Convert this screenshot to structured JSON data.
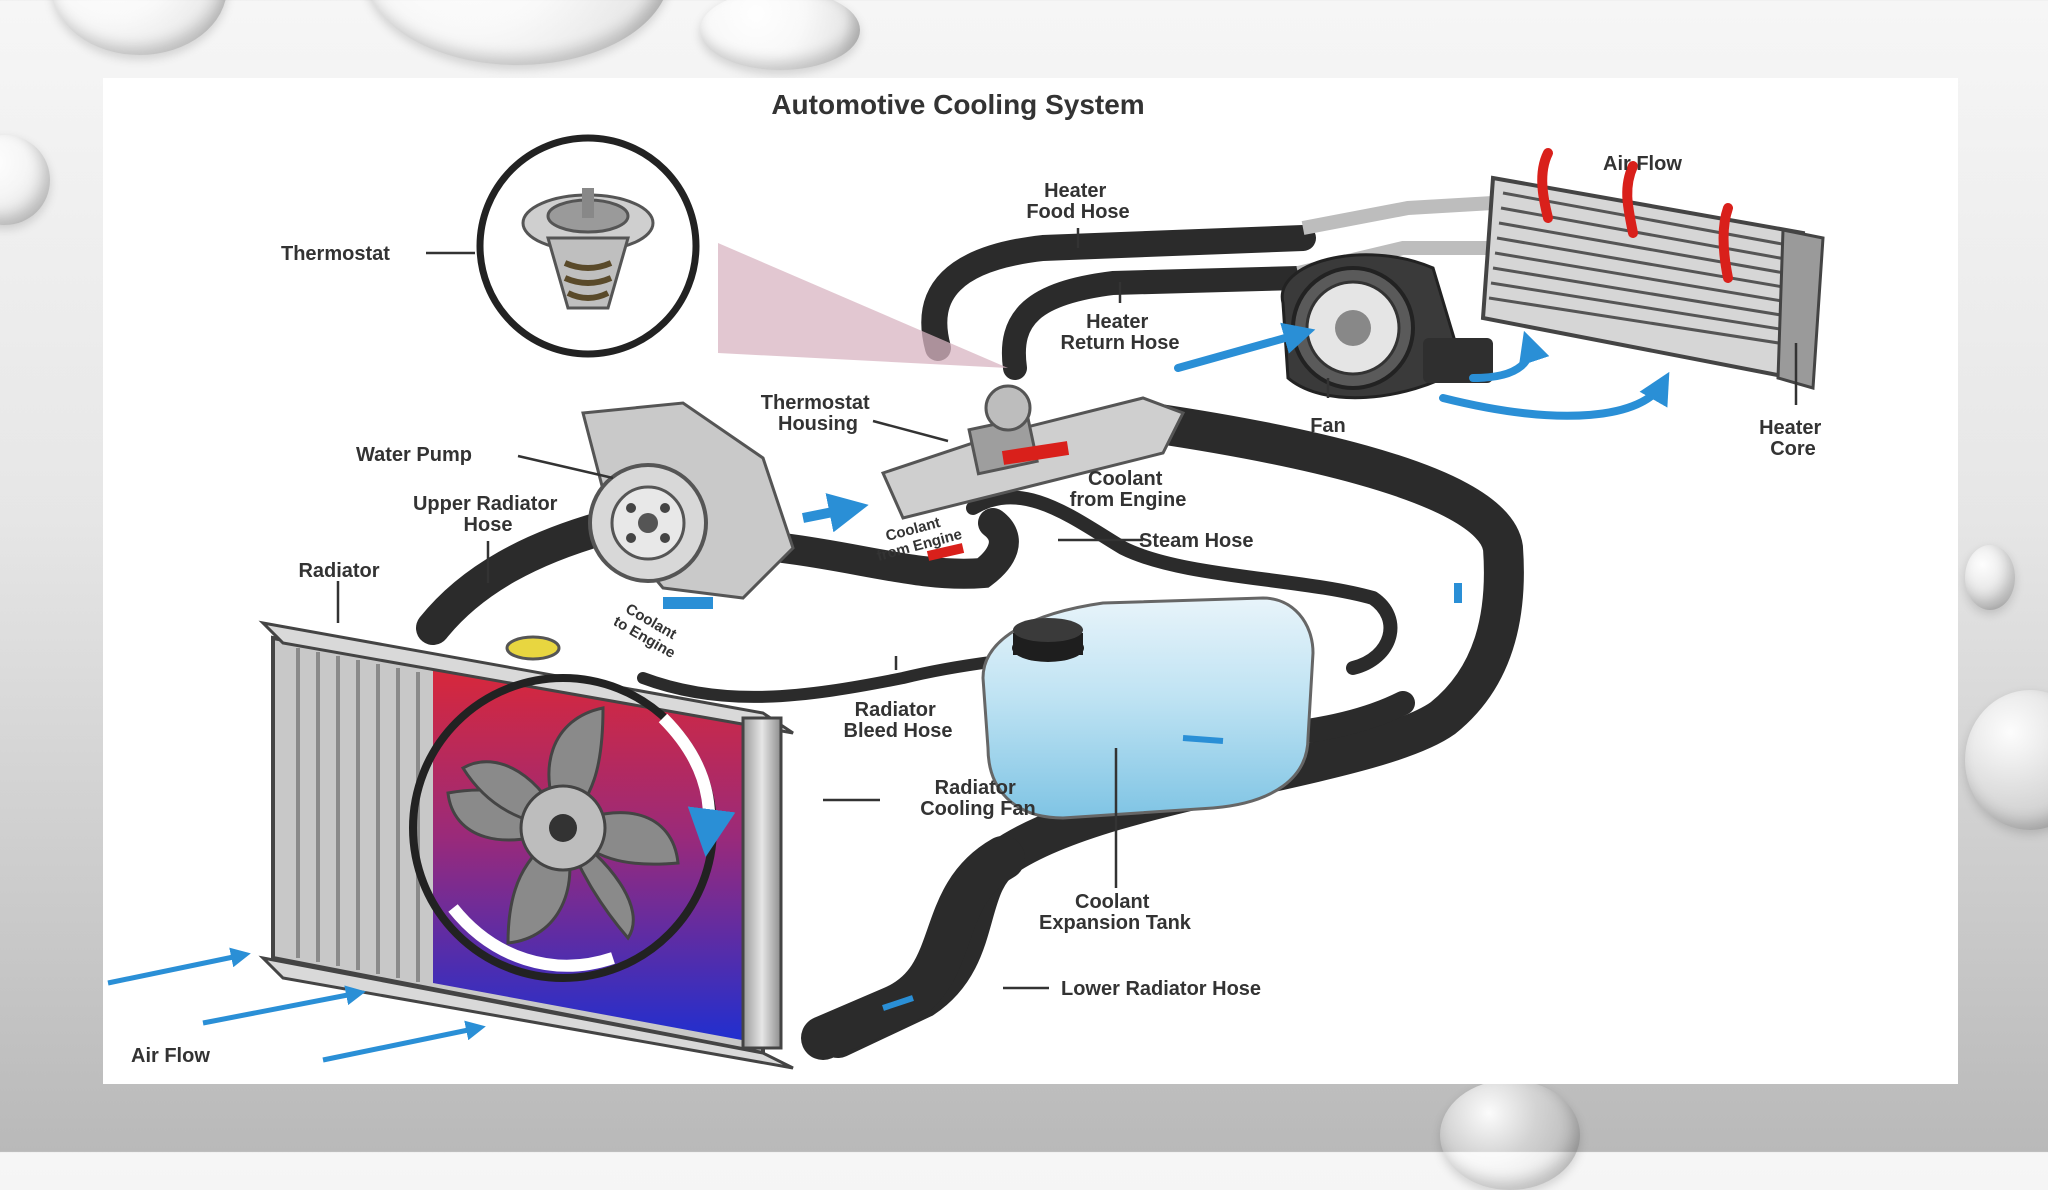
{
  "title": "Automotive Cooling System",
  "labels": {
    "thermostat": "Thermostat",
    "heater_feed_hose": [
      "Heater",
      "Food Hose"
    ],
    "heater_return_hose": [
      "Heater",
      "Return Hose"
    ],
    "air_flow_top": "Air Flow",
    "fan": "Fan",
    "heater_core": [
      "Heater",
      "Core"
    ],
    "thermostat_housing": [
      "Thermostat",
      "Housing"
    ],
    "water_pump": "Water Pump",
    "coolant_from_engine": [
      "Coolant",
      "from Engine"
    ],
    "coolant_from_engine_small": [
      "Coolant",
      "from Engine"
    ],
    "upper_radiator_hose": [
      "Upper Radiator",
      "Hose"
    ],
    "steam_hose": "Steam Hose",
    "radiator": "Radiator",
    "coolant_to_engine": [
      "Coolant",
      "to Engine"
    ],
    "radiator_bleed_hose": [
      "Radiator",
      "Bleed Hose"
    ],
    "radiator_cooling_fan": [
      "Radiator",
      "Cooling Fan"
    ],
    "coolant_expansion_tank": [
      "Coolant",
      "Expansion Tank"
    ],
    "lower_radiator_hose": "Lower Radiator Hose",
    "air_flow_bottom": "Air Flow"
  },
  "colors": {
    "hose": "#2b2b2b",
    "coolant_cold": "#2a8fd6",
    "coolant_hot": "#d9201b",
    "metal": "#bfbfbf",
    "leader_line": "#333333",
    "tank_fill": "#a9d9ef"
  }
}
